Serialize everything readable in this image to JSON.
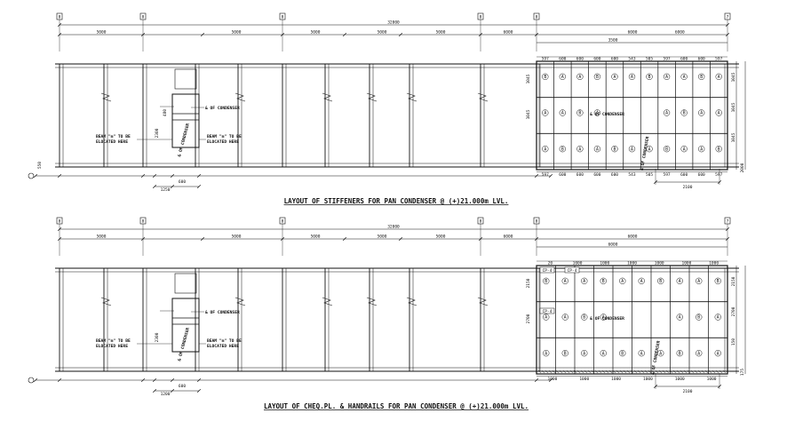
{
  "drawing": {
    "top": {
      "caption": "LAYOUT OF STIFFENERS FOR PAN CONDENSER @ (+)21.000m LVL.",
      "grid_labels": [
        "8",
        "8",
        "8",
        "8",
        "8",
        "7",
        "6"
      ],
      "overall_dim": "32000",
      "bay_dims": [
        "5000",
        "5000",
        "5000",
        "5000",
        "5000",
        "6000",
        "6000"
      ],
      "right_dims_top": [
        "597",
        "600",
        "600",
        "600",
        "600",
        "543",
        "505",
        "597",
        "600",
        "600",
        "597"
      ],
      "right_dims_bottom": [
        "597",
        "600",
        "600",
        "600",
        "600",
        "543",
        "505",
        "597",
        "600",
        "600",
        "597"
      ],
      "right_span_dims": [
        "3500",
        "6000"
      ],
      "vertical_dims": [
        "1045",
        "1045",
        "1045",
        "2000"
      ],
      "bottom_dims": [
        "2100",
        "1250",
        "600",
        "550"
      ],
      "pan_condenser_label": "& OF CONDENSER",
      "pan_condenser_label_2": "& OF CONDENSER",
      "beam_note_left": "BEAM \"m\" TO BE RELOCATED HERE",
      "beam_note_right": "BEAM \"m\" TO BE RELOCATED HERE",
      "mid_dims": [
        "2300",
        "480"
      ],
      "bubble_code": "A",
      "bubble_code_alt": "B"
    },
    "bottom": {
      "caption": "LAYOUT OF CHEQ.PL. & HANDRAILS FOR PAN CONDENSER @ (+)21.000m LVL.",
      "grid_labels": [
        "8",
        "8",
        "8",
        "8",
        "8",
        "7",
        "6"
      ],
      "overall_dim": "32000",
      "bay_dims": [
        "5000",
        "5000",
        "5000",
        "5000",
        "5000",
        "6000",
        "6000"
      ],
      "right_dims_top": [
        "20",
        "1000",
        "1000",
        "1000",
        "1000",
        "1000",
        "1000"
      ],
      "right_dims_bottom": [
        "1000",
        "1000",
        "1000",
        "1000",
        "1000",
        "1000"
      ],
      "right_span_dims": [
        "6000"
      ],
      "vertical_dims": [
        "2150",
        "2700",
        "150",
        "175"
      ],
      "bottom_dims": [
        "2100",
        "1200",
        "600"
      ],
      "pan_condenser_label": "& OF CONDENSER",
      "pan_condenser_label_2": "& OF CONDENSER",
      "beam_note_left": "BEAM \"m\" TO BE RELOCATED HERE",
      "beam_note_right": "BEAM \"m\" TO BE RELOCATED HERE",
      "mid_dims": [
        "2300"
      ],
      "plate_tags": [
        "CP-4",
        "CP-4",
        "CP-4"
      ],
      "bubble_code": "A",
      "bubble_code_alt": "B"
    },
    "colors": {
      "ink": "#111111",
      "paper": "#ffffff"
    }
  }
}
